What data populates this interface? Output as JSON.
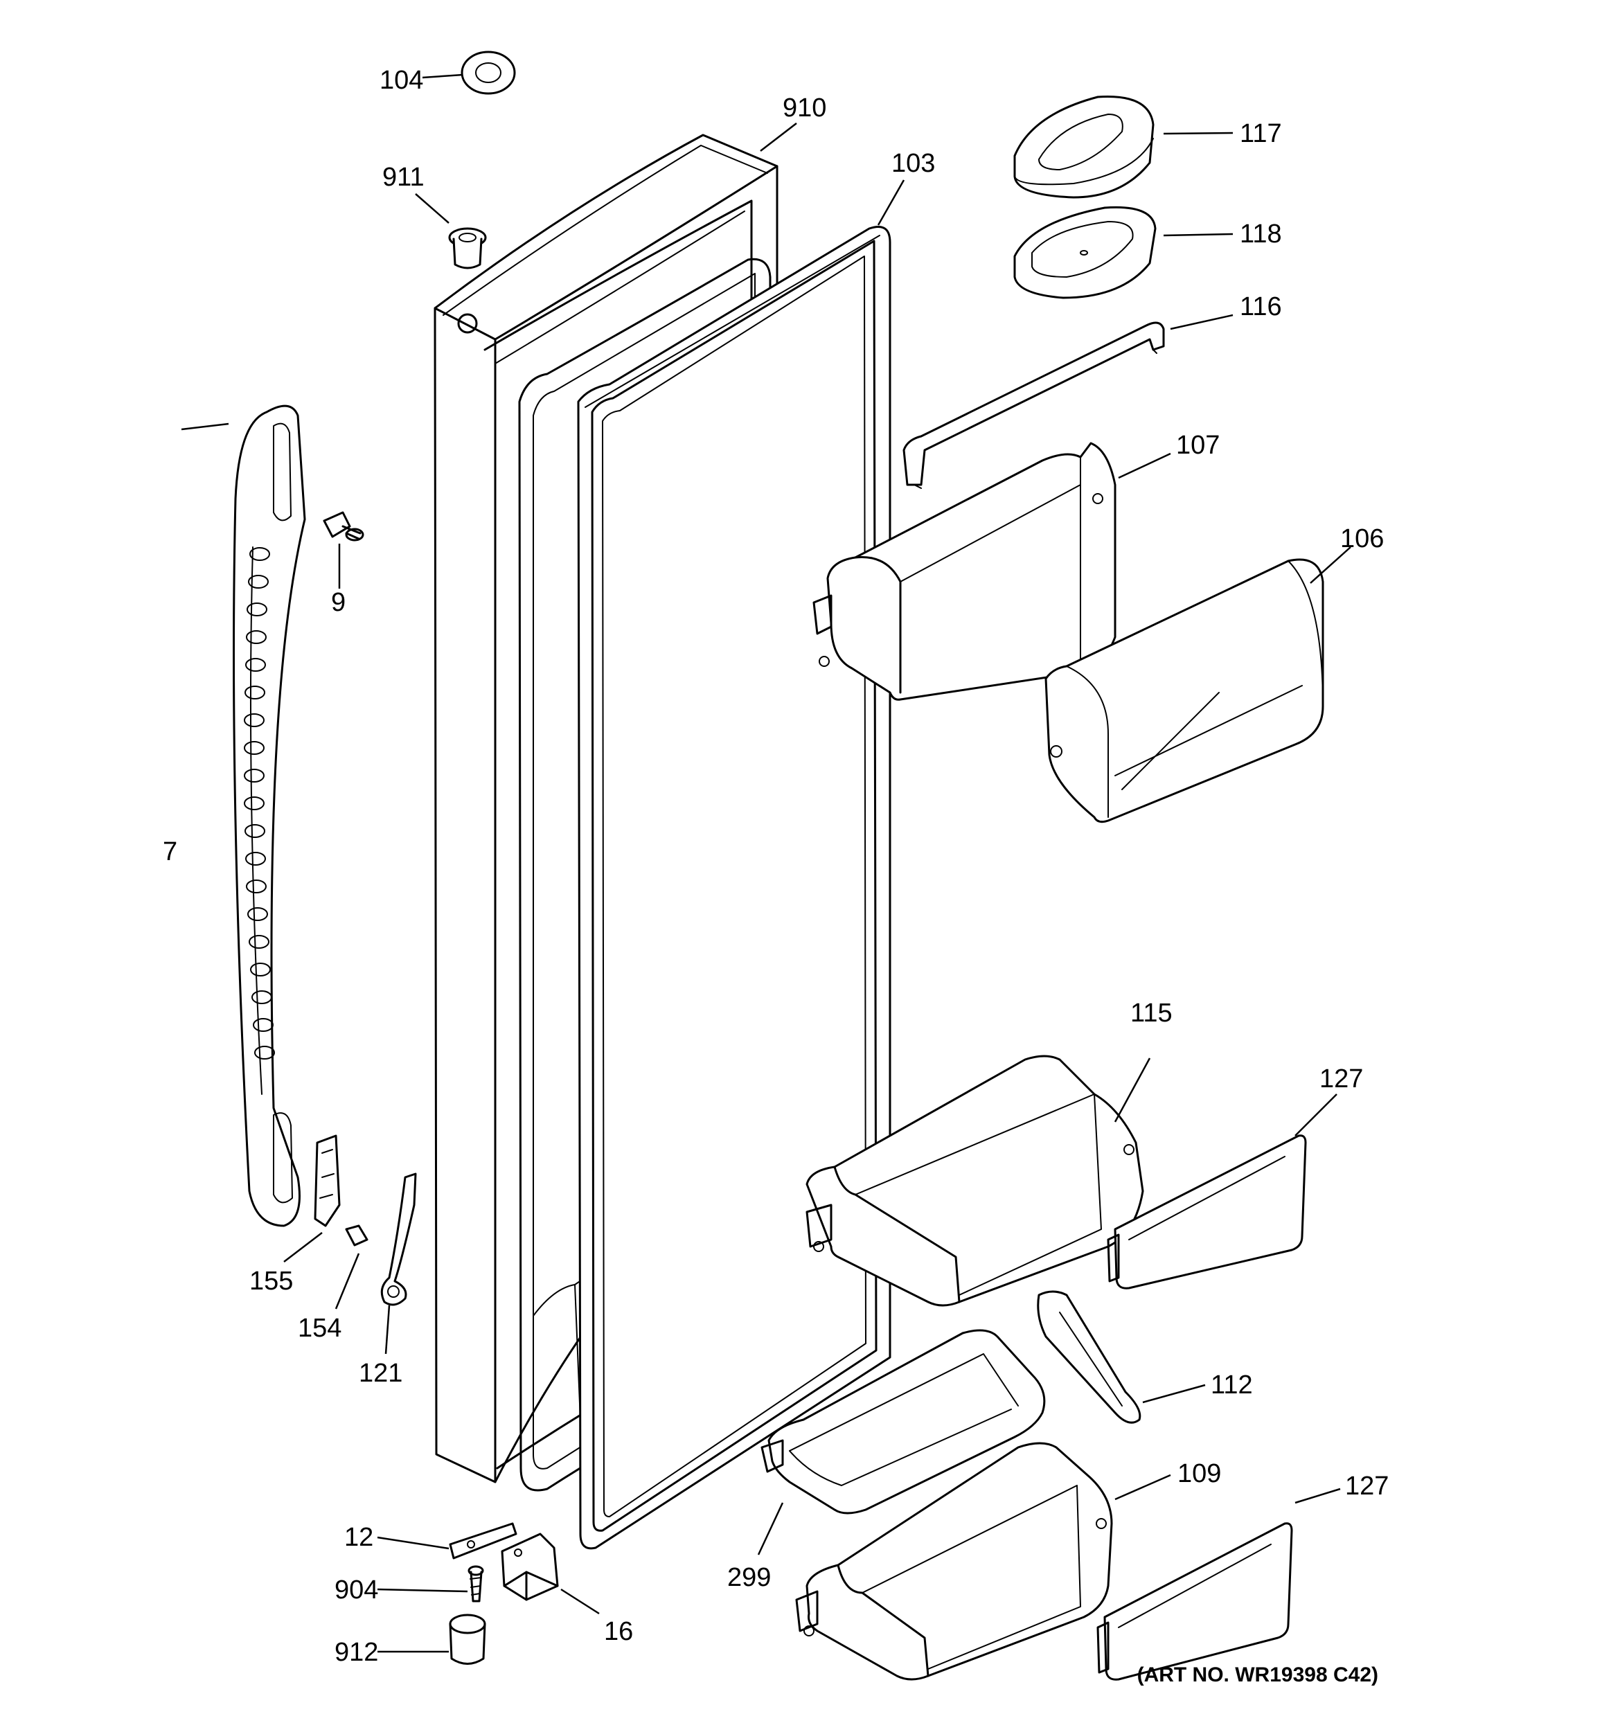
{
  "callouts": {
    "p104": "104",
    "p910": "910",
    "p911": "911",
    "p103": "103",
    "p117": "117",
    "p118": "118",
    "p116": "116",
    "p107": "107",
    "p106": "106",
    "p9": "9",
    "p7": "7",
    "p115": "115",
    "p127a": "127",
    "p155": "155",
    "p154": "154",
    "p121": "121",
    "p112": "112",
    "p109": "109",
    "p127b": "127",
    "p12": "12",
    "p904": "904",
    "p299": "299",
    "p16": "16",
    "p912": "912"
  },
  "art_number": "(ART NO. WR19398 C42)"
}
